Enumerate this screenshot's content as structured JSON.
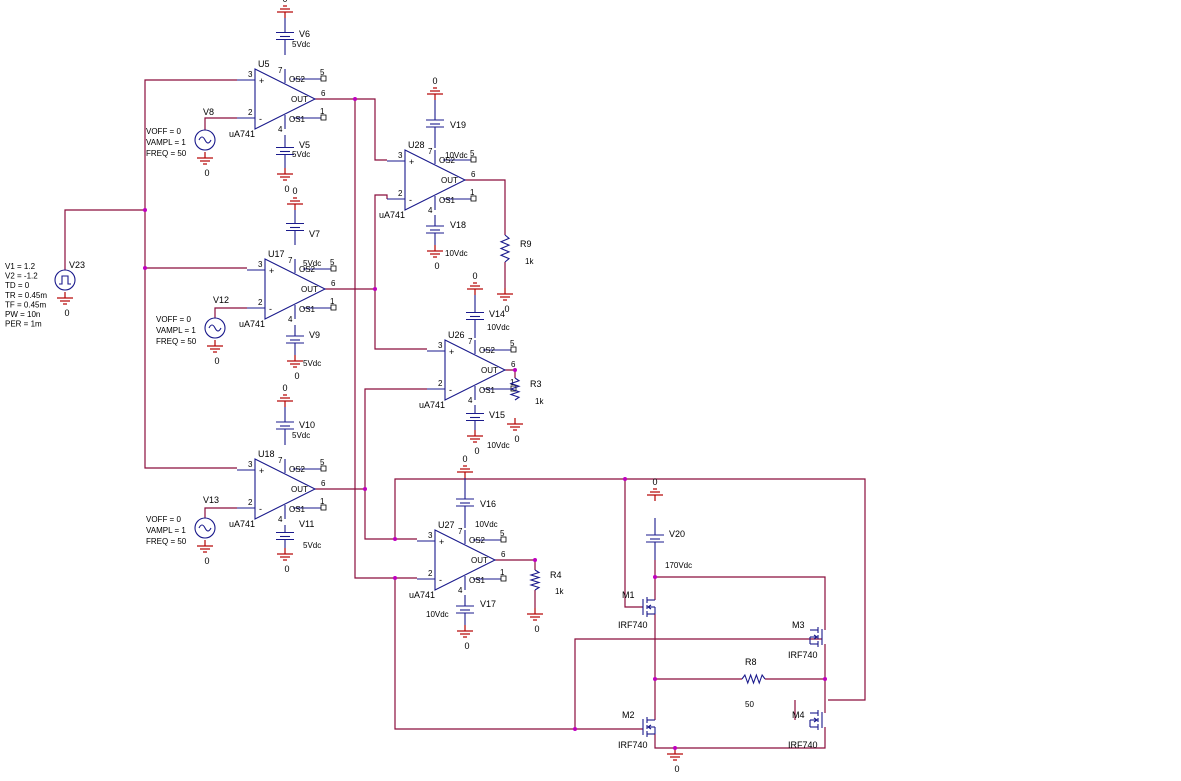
{
  "opamps": [
    {
      "ref": "U5",
      "model": "uA741",
      "pins": {
        "ninv": "3",
        "inv": "2",
        "out": "6",
        "os2": "5",
        "os1": "1",
        "vpos": "7",
        "vneg": "4"
      },
      "labels": {
        "os2": "OS2",
        "os1": "OS1",
        "out": "OUT"
      }
    },
    {
      "ref": "U17",
      "model": "uA741",
      "pins": {
        "ninv": "3",
        "inv": "2",
        "out": "6",
        "os2": "5",
        "os1": "1",
        "vpos": "7",
        "vneg": "4"
      },
      "labels": {
        "os2": "OS2",
        "os1": "OS1",
        "out": "OUT"
      }
    },
    {
      "ref": "U18",
      "model": "uA741",
      "pins": {
        "ninv": "3",
        "inv": "2",
        "out": "6",
        "os2": "5",
        "os1": "1",
        "vpos": "7",
        "vneg": "4"
      },
      "labels": {
        "os2": "OS2",
        "os1": "OS1",
        "out": "OUT"
      }
    },
    {
      "ref": "U28",
      "model": "uA741",
      "pins": {
        "ninv": "3",
        "inv": "2",
        "out": "6",
        "os2": "5",
        "os1": "1",
        "vpos": "7",
        "vneg": "4"
      },
      "labels": {
        "os2": "OS2",
        "os1": "OS1",
        "out": "OUT"
      }
    },
    {
      "ref": "U26",
      "model": "uA741",
      "pins": {
        "ninv": "3",
        "inv": "2",
        "out": "6",
        "os2": "5",
        "os1": "1",
        "vpos": "7",
        "vneg": "4"
      },
      "labels": {
        "os2": "OS2",
        "os1": "OS1",
        "out": "OUT"
      }
    },
    {
      "ref": "U27",
      "model": "uA741",
      "pins": {
        "ninv": "3",
        "inv": "2",
        "out": "6",
        "os2": "5",
        "os1": "1",
        "vpos": "7",
        "vneg": "4"
      },
      "labels": {
        "os2": "OS2",
        "os1": "OS1",
        "out": "OUT"
      }
    }
  ],
  "dc_sources": [
    {
      "ref": "V6",
      "value": "5Vdc"
    },
    {
      "ref": "V5",
      "value": "5Vdc"
    },
    {
      "ref": "V7",
      "value": "5Vdc"
    },
    {
      "ref": "V9",
      "value": "5Vdc"
    },
    {
      "ref": "V10",
      "value": "5Vdc"
    },
    {
      "ref": "V11",
      "value": "5Vdc"
    },
    {
      "ref": "V19",
      "value": "10Vdc"
    },
    {
      "ref": "V18",
      "value": "10Vdc"
    },
    {
      "ref": "V14",
      "value": "10Vdc"
    },
    {
      "ref": "V15",
      "value": "10Vdc"
    },
    {
      "ref": "V16",
      "value": "10Vdc"
    },
    {
      "ref": "V17",
      "value": "10Vdc"
    },
    {
      "ref": "V20",
      "value": "170Vdc"
    }
  ],
  "sine_sources": [
    {
      "ref": "V8",
      "voff": "VOFF = 0",
      "vampl": "VAMPL = 1",
      "freq": "FREQ = 50"
    },
    {
      "ref": "V12",
      "voff": "VOFF = 0",
      "vampl": "VAMPL = 1",
      "freq": "FREQ = 50"
    },
    {
      "ref": "V13",
      "voff": "VOFF = 0",
      "vampl": "VAMPL = 1",
      "freq": "FREQ = 50"
    }
  ],
  "pulse_source": {
    "ref": "V23",
    "params": [
      "V1 = 1.2",
      "V2 = -1.2",
      "TD = 0",
      "TR = 0.45m",
      "TF = 0.45m",
      "PW = 10n",
      "PER = 1m"
    ]
  },
  "resistors": [
    {
      "ref": "R9",
      "value": "1k"
    },
    {
      "ref": "R3",
      "value": "1k"
    },
    {
      "ref": "R4",
      "value": "1k"
    },
    {
      "ref": "R8",
      "value": "50"
    }
  ],
  "mosfets": [
    {
      "ref": "M1",
      "model": "IRF740"
    },
    {
      "ref": "M2",
      "model": "IRF740"
    },
    {
      "ref": "M3",
      "model": "IRF740"
    },
    {
      "ref": "M4",
      "model": "IRF740"
    }
  ],
  "ground_label": "0",
  "colors": {
    "wire": "#8b0d3c",
    "component": "#1a1a8c",
    "ground": "#b40000",
    "junction": "#c000c0"
  }
}
